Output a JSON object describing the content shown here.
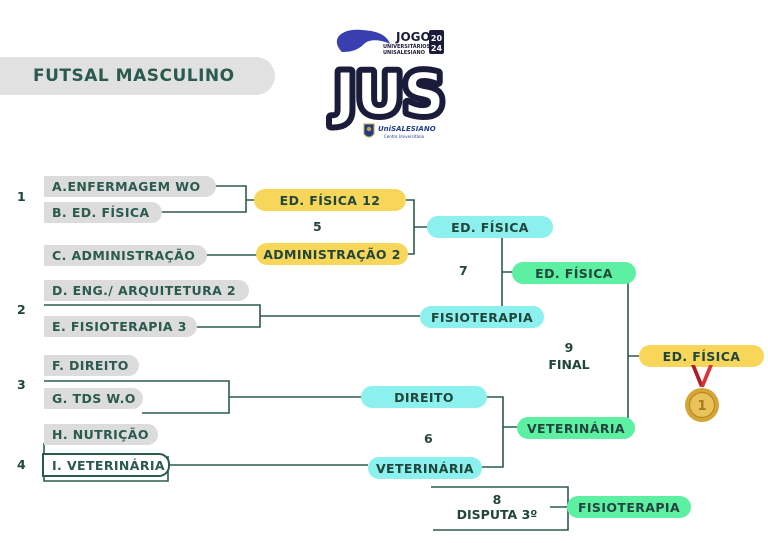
{
  "header": {
    "title": "FUTSAL MASCULINO",
    "logo": {
      "top": "JOGOS",
      "sub1": "UNIVERSITÁRIOS",
      "sub2": "UNISALESIANO",
      "year_a": "20",
      "year_b": "24",
      "main": "JUS",
      "brand": "UniSALESIANO",
      "brand_sub": "Centro Universitário"
    }
  },
  "games": [
    {
      "number": "1",
      "team_a": "A.ENFERMAGEM WO",
      "team_b": "B. ED. FÍSICA",
      "winner": "ED. FÍSICA 12"
    },
    {
      "number": "2",
      "team_a": "D. ENG./ ARQUITETURA 2",
      "team_b": "E. FISIOTERAPIA 3",
      "winner": "FISIOTERAPIA"
    },
    {
      "number": "3",
      "team_a": "F. DIREITO",
      "team_b": "G. TDS W.O",
      "winner": "DIREITO"
    },
    {
      "number": "4",
      "team_a": "H. NUTRIÇÃO",
      "team_b": "I. VETERINÁRIA",
      "winner": "VETERINÁRIA"
    },
    {
      "number": "5",
      "team_a": "C. ADMINISTRAÇÃO",
      "winner_a": "ADMINISTRAÇÃO 2",
      "winner": "ED. FÍSICA"
    },
    {
      "number": "6",
      "winner": "VETERINÁRIA"
    },
    {
      "number": "7",
      "winner": "ED. FÍSICA"
    },
    {
      "number": "8",
      "label": "DISPUTA 3º",
      "winner": "FISIOTERAPIA"
    },
    {
      "number": "9",
      "label": "FINAL",
      "winner": "ED. FÍSICA"
    }
  ],
  "colors": {
    "line": "#2b5a4e",
    "team_bg": "#dcdcdc",
    "yellow": "#f8d65a",
    "cyan": "#8bf0ee",
    "green": "#5ef0a2",
    "medal": "#d4a537",
    "ribbon": "#c8262b"
  },
  "icons": [
    "gold-medal-icon",
    "unisalesiano-crest-icon"
  ]
}
